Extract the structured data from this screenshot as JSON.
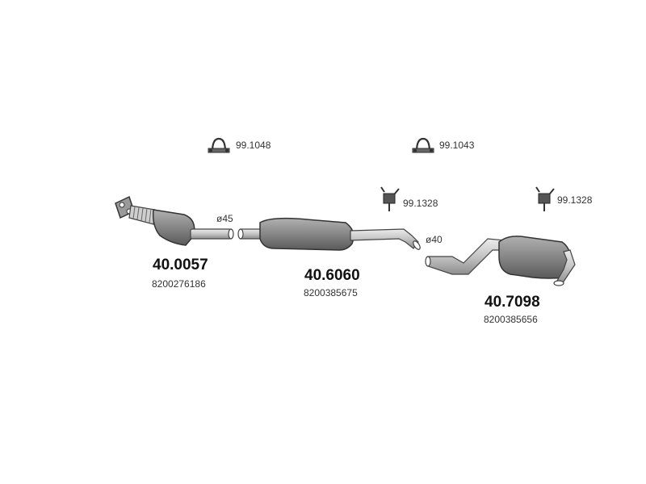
{
  "accessories": [
    {
      "code": "99.1048",
      "icon": "clamp-icon"
    },
    {
      "code": "99.1043",
      "icon": "clamp-icon"
    },
    {
      "code": "99.1328",
      "icon": "hanger-icon"
    },
    {
      "code": "99.1328",
      "icon": "hanger-icon"
    }
  ],
  "parts": [
    {
      "number": "40.0057",
      "oem": "8200276186",
      "icon": "catalytic-converter-icon"
    },
    {
      "number": "40.6060",
      "oem": "8200385675",
      "icon": "center-silencer-icon"
    },
    {
      "number": "40.7098",
      "oem": "8200385656",
      "icon": "rear-silencer-icon"
    }
  ],
  "diameters": [
    "ø45",
    "ø40"
  ],
  "colors": {
    "part_fill": "#8a8a8a",
    "part_stroke": "#555555",
    "pipe_fill": "#d8d8d8"
  }
}
